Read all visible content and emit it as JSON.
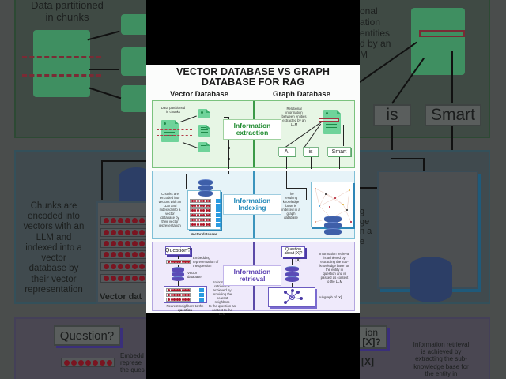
{
  "title": {
    "line1": "VECTOR DATABASE VS GRAPH",
    "line2": "DATABASE FOR RAG"
  },
  "columns": {
    "vector": "Vector Database",
    "graph": "Graph Database"
  },
  "colors": {
    "extraction_bg": "#e7f6e5",
    "indexing_bg": "#e6f3f8",
    "retrieval_bg": "#efeafb",
    "extraction_accent": "#1e8a2e",
    "indexing_accent": "#1e87b8",
    "retrieval_accent": "#5a3fb1",
    "vector_dot": "#b01427",
    "database": "#3e5fa9"
  },
  "rows": {
    "extraction": {
      "label_line1": "Information",
      "label_line2": "extraction",
      "vector_caption_1": "Data partitioned",
      "vector_caption_2": "in chunks",
      "graph_caption": [
        "Relational",
        "information",
        "between entities",
        "extracted by an",
        "LLM"
      ],
      "entities": [
        "AI",
        "is",
        "Smart"
      ]
    },
    "indexing": {
      "label_line1": "Information",
      "label_line2": "Indexing",
      "vector_caption": [
        "Chunks are",
        "encoded into",
        "vectors with an",
        "LLM and",
        "indexed into a",
        "vector",
        "database by",
        "their vector",
        "representation"
      ],
      "vector_db_label": "Vector database",
      "graph_caption": [
        "The",
        "resulting",
        "knowledge",
        "base is",
        "indexed in a",
        "graph",
        "database"
      ]
    },
    "retrieval": {
      "label_line1": "Information",
      "label_line2": "retrieval",
      "question": "Question?",
      "embedding_caption": [
        "Embedding",
        "representation of",
        "the question"
      ],
      "vector_db_caption": [
        "Vector",
        "database"
      ],
      "vector_caption": [
        "Information",
        "retrieval is",
        "achieved by",
        "providing the",
        "nearest neighbors",
        "to the question as",
        "context to the LLM"
      ],
      "neighbors_caption_1": "Nearest neighbors to the",
      "neighbors_caption_2": "question",
      "graph_question_1": "Question",
      "graph_question_2": "about [X]?",
      "graph_key": "[X]",
      "graph_caption": [
        "Information retrieval",
        "is achieved by",
        "extracting the sub-",
        "knowledge base for",
        "the entity in",
        "question and is",
        "passed as context",
        "to the LLM"
      ],
      "subgraph_caption": "subgraph of [X]"
    }
  },
  "backdrop": {
    "left": {
      "top_caption_1": "Data partitioned",
      "top_caption_2": "in chunks",
      "mid_caption": [
        "Chunks are",
        "encoded into",
        "vectors with an",
        "LLM and",
        "indexed into a",
        "vector",
        "database by",
        "their vector",
        "representation"
      ],
      "db_label": "Vector dat",
      "question": "Question?",
      "embed_caption": [
        "Embedd",
        "represe",
        "the ques"
      ]
    },
    "right": {
      "top_caption": [
        "onal",
        "ation",
        " entities",
        "d by an",
        "M"
      ],
      "entity_is": "is",
      "entity_smart": "Smart",
      "mid_caption": [
        "g",
        "ge",
        "",
        "n a",
        "",
        "e"
      ],
      "question_frag_1": "ion",
      "question_frag_2": "[X]?",
      "key_frag": "[X]",
      "bottom_caption": [
        "Information retrieval",
        "is achieved by",
        "extracting the sub-",
        "knowledge base for",
        "the entity in"
      ]
    }
  }
}
